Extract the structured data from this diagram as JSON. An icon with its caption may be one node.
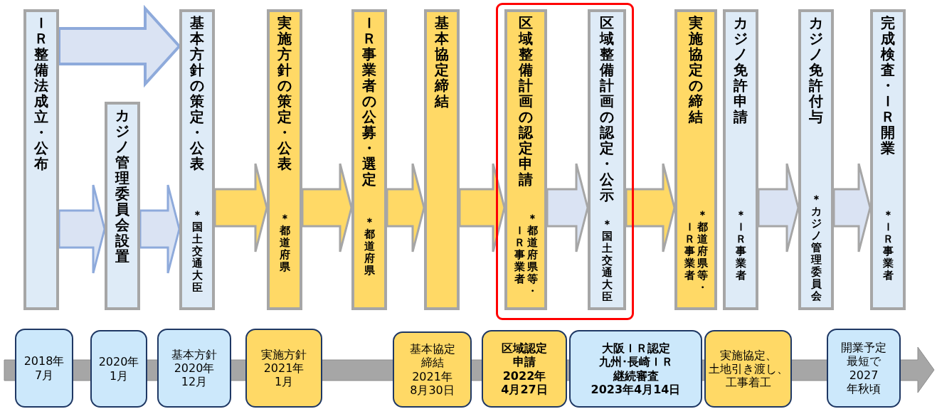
{
  "diagram": {
    "nodes": [
      {
        "text": [
          "ＩＲ整備法成立・公布"
        ]
      },
      {
        "text": [
          "カジノ管理委員会設置"
        ]
      },
      {
        "text": [
          "基本方針の策定・公表",
          "＊国土交通大臣"
        ]
      },
      {
        "text": [
          "実施方針の策定・公表",
          "＊都道府県"
        ]
      },
      {
        "text": [
          "ＩＲ事業者の公募・選定",
          "＊都道府県"
        ]
      },
      {
        "text": [
          "基本協定締結"
        ]
      },
      {
        "text": [],
        "shape": "box"
      },
      {
        "text": [
          "区域整備計画の認定申請",
          "ＩＲ事業者",
          "＊都道府県等・"
        ],
        "in": 6
      },
      {
        "text": [
          "区域整備計画の認定・公示",
          "＊国土交通大臣"
        ],
        "in": 6
      },
      {
        "text": [
          "実施協定の締結",
          "ＩＲ事業者",
          "＊都道府県等・"
        ]
      },
      {
        "text": [
          "カジノ免許申請",
          "＊ＩＲ事業者"
        ]
      },
      {
        "text": [
          "カジノ免許付与",
          "＊カジノ管理委員会"
        ]
      },
      {
        "text": [
          "完成検査・ＩＲ開業",
          "＊ＩＲ事業者"
        ]
      },
      {
        "text": [
          "2018年7月"
        ]
      },
      {
        "text": [
          "2020年1月"
        ]
      },
      {
        "text": [
          "基本方針2020年12月"
        ]
      },
      {
        "text": [
          "実施方針2021年1月"
        ]
      },
      {
        "text": [
          "基本協定締結2021年8月30日"
        ]
      },
      {
        "text": [
          "区域認定申請2022年4月27日"
        ]
      },
      {
        "text": [
          "大阪ＩＲ認定九州･長崎ＩＲ継続審査2023年4月14日"
        ]
      },
      {
        "text": [
          "実施協定、土地引き渡し、工事着工"
        ]
      },
      {
        "text": [
          "開業予定最短で2027年秋頃"
        ]
      }
    ],
    "edges": [
      {
        "from": 0,
        "to": 2,
        "arrow": "to",
        "style": "thick"
      },
      {
        "from": 0,
        "to": 1,
        "arrow": "to"
      },
      {
        "from": 1,
        "to": 2,
        "arrow": "to"
      },
      {
        "from": 2,
        "to": 3,
        "arrow": "to",
        "color": "#ffd966"
      },
      {
        "from": 3,
        "to": 4,
        "arrow": "to",
        "color": "#ffd966"
      },
      {
        "from": 4,
        "to": 5,
        "arrow": "to",
        "color": "#ffd966"
      },
      {
        "from": 5,
        "to": 7,
        "arrow": "to",
        "color": "#ffd966"
      },
      {
        "from": 7,
        "to": 8,
        "arrow": "to"
      },
      {
        "from": 8,
        "to": 9,
        "arrow": "to",
        "color": "#ffd966"
      },
      {
        "from": 10,
        "to": 11,
        "arrow": "to"
      },
      {
        "from": 11,
        "to": 12,
        "arrow": "to"
      }
    ]
  }
}
